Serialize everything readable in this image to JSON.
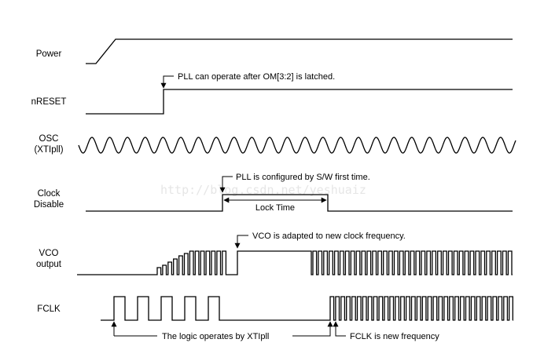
{
  "signals": {
    "power": "Power",
    "nreset": "nRESET",
    "osc_1": "OSC",
    "osc_2": "(XTIpll)",
    "clkdis_1": "Clock",
    "clkdis_2": "Disable",
    "vco_1": "VCO",
    "vco_2": "output",
    "fclk": "FCLK"
  },
  "annotations": {
    "pll_latched": "PLL can operate after OM[3:2] is latched.",
    "pll_configured": "PLL is configured by S/W first time.",
    "lock_time": "Lock Time",
    "vco_adapted": "VCO is adapted to new clock frequency.",
    "logic_xtipll": "The logic operates by XTIpll",
    "fclk_new": "FCLK is new frequency"
  },
  "watermark": "http://blog.csdn.net/yeshuaiz"
}
